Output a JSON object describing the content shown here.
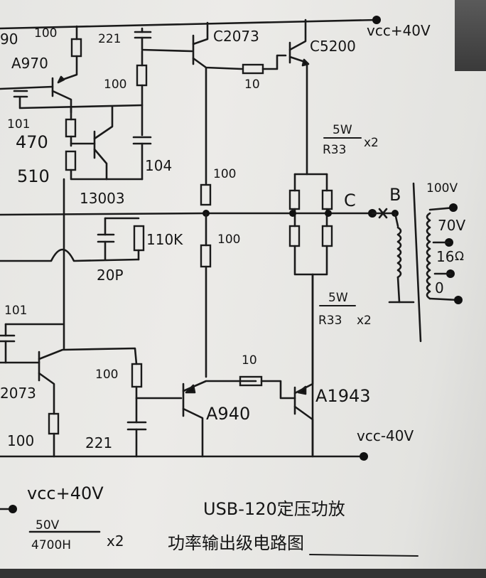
{
  "title": {
    "line1": "USB-120定压功放",
    "line2": "功率输出级电路图"
  },
  "power": {
    "vcc_pos_top": "vcc+40V",
    "vcc_neg": "vcc-40V",
    "vcc_pos_bottom": "vcc+40V",
    "filter_cap_voltage": "50V",
    "filter_cap_value": "4700H",
    "filter_cap_count": "x2"
  },
  "transistors": {
    "q_a970_top": "A970",
    "q_c2073_top": "C2073",
    "q_c5200": "C5200",
    "q_13003": "13003",
    "q_c2073_bottom": "2073",
    "q_a940": "A940",
    "q_a1943": "A1943",
    "partial_left_top": "90"
  },
  "resistors": {
    "r_100_top_left": "100",
    "r_100_mid": "100",
    "r_10_top": "10",
    "r_470": "470",
    "r_510": "510",
    "r_110k": "110K",
    "r_100_center_upper": "100",
    "r_100_center_lower": "100",
    "r_100_bottom_mid": "100",
    "r_100_bottom_left": "100",
    "r_10_bottom": "10",
    "r_emitter_upper_power": "5W",
    "r_emitter_upper_value": "R33",
    "r_emitter_upper_count": "x2",
    "r_emitter_lower_power": "5W",
    "r_emitter_lower_value": "R33",
    "r_emitter_lower_count": "x2"
  },
  "capacitors": {
    "c_221_top": "221",
    "c_101_top": "101",
    "c_104": "104",
    "c_20p": "20P",
    "c_101_bottom": "101",
    "c_221_bottom": "221"
  },
  "nodes": {
    "node_c": "C",
    "node_b": "B"
  },
  "transformer": {
    "tap_100v": "100V",
    "tap_70v": "70V",
    "tap_16ohm": "16",
    "ohm_symbol": "Ω",
    "tap_0": "0"
  }
}
